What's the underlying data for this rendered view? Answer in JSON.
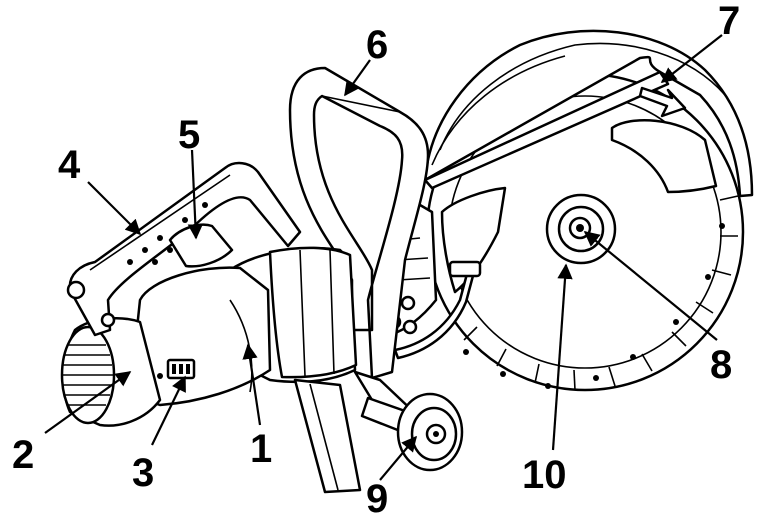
{
  "diagram": {
    "subject": "cut-off saw",
    "callouts": [
      {
        "id": "1",
        "text": "1"
      },
      {
        "id": "2",
        "text": "2"
      },
      {
        "id": "3",
        "text": "3"
      },
      {
        "id": "4",
        "text": "4"
      },
      {
        "id": "5",
        "text": "5"
      },
      {
        "id": "6",
        "text": "6"
      },
      {
        "id": "7",
        "text": "7"
      },
      {
        "id": "8",
        "text": "8"
      },
      {
        "id": "9",
        "text": "9"
      },
      {
        "id": "10",
        "text": "10"
      }
    ]
  },
  "colors": {
    "ink": "#000000",
    "paper": "#ffffff"
  }
}
